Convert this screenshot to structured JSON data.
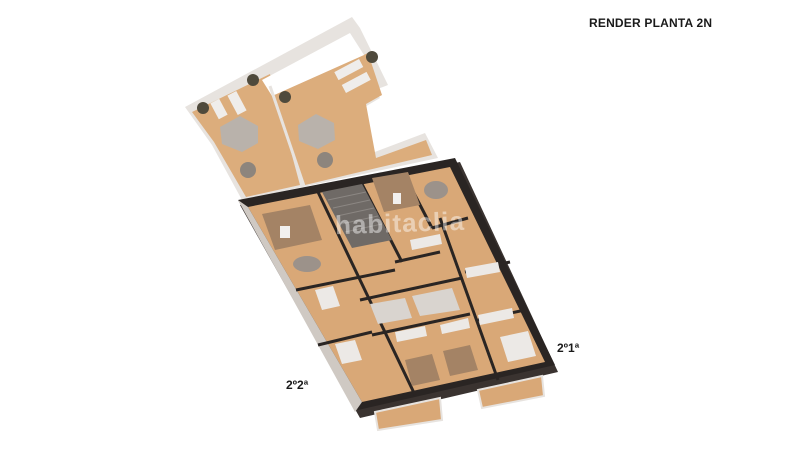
{
  "header": {
    "title": "RENDER PLANTA 2N"
  },
  "units": [
    {
      "id": "unit-1",
      "label": "2º1ª"
    },
    {
      "id": "unit-2",
      "label": "2º2ª"
    }
  ],
  "watermark": {
    "text": "habitaclia"
  },
  "colors": {
    "background": "#ffffff",
    "wood_floor": "#d9a877",
    "wood_floor_light": "#e4b98a",
    "wall_dark": "#2a2523",
    "terrace_wall": "#e6e2df",
    "furniture_light": "#ece9e6",
    "furniture_grey": "#9c928a",
    "sofa_brown": "#a48365",
    "stair_grey": "#6f6a66"
  }
}
